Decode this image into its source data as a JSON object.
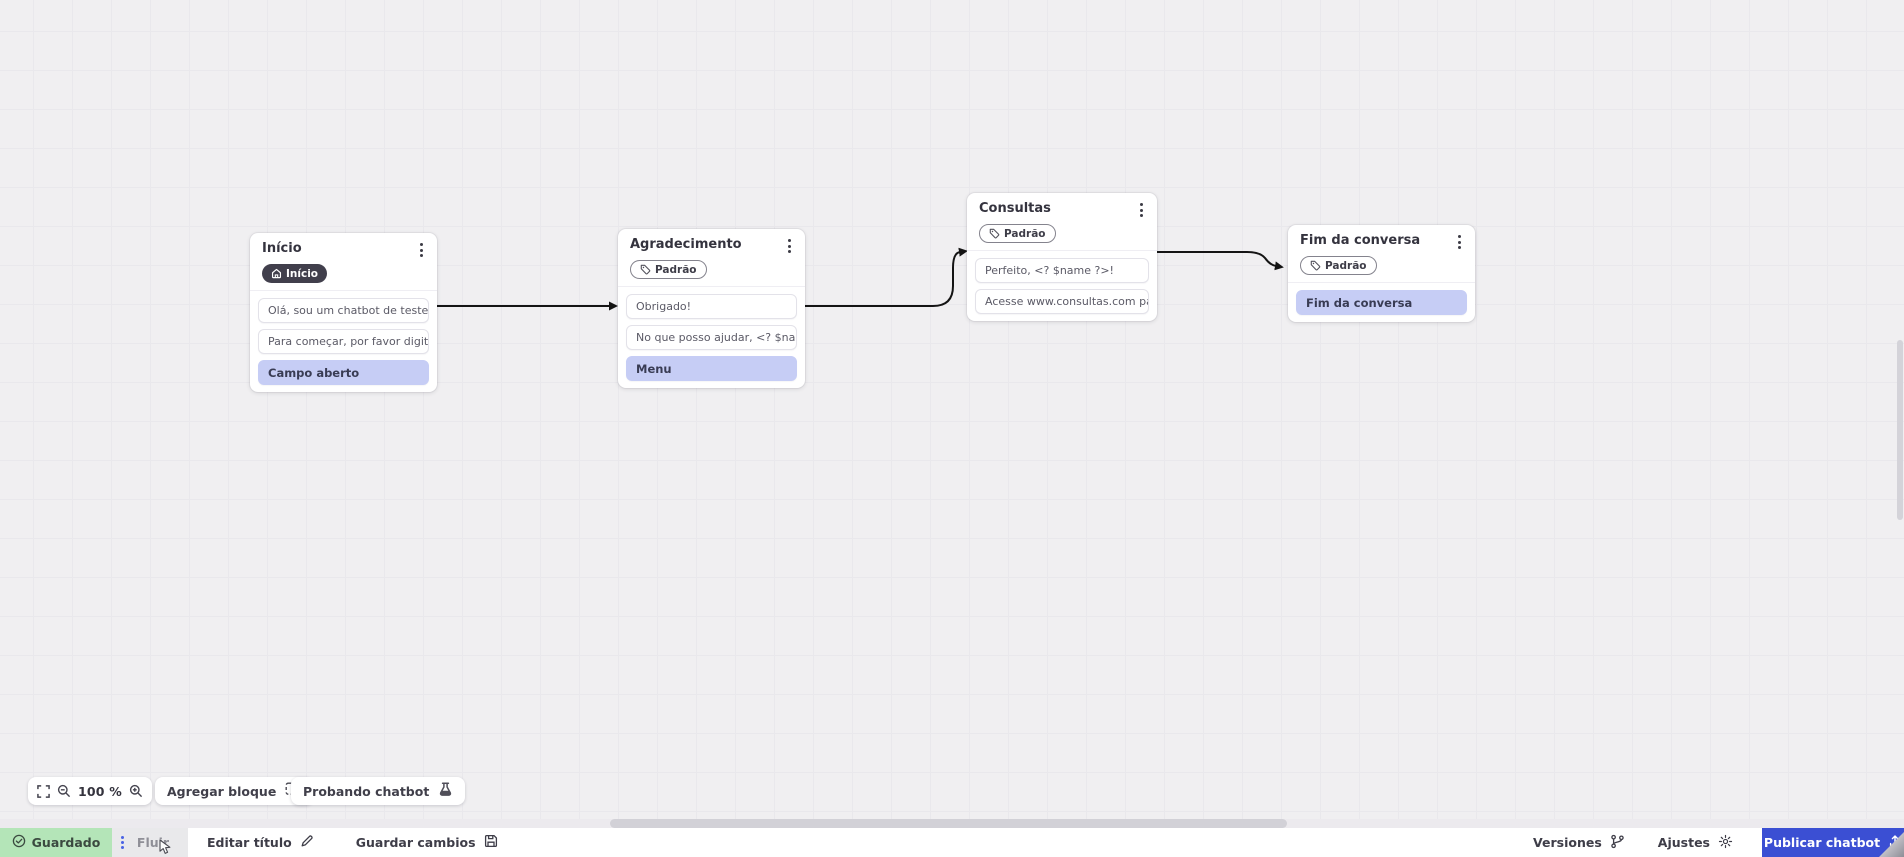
{
  "canvas": {
    "zoom_level": "100 %",
    "nodes": [
      {
        "title": "Início",
        "badge": {
          "label": "Início",
          "icon": "home-icon",
          "style": "dark"
        },
        "rows": [
          {
            "text": "Olá, sou um chatbot de teste!",
            "type": "message"
          },
          {
            "text": "Para começar, por favor digite o ...",
            "type": "message"
          },
          {
            "text": "Campo aberto",
            "type": "action"
          }
        ]
      },
      {
        "title": "Agradecimento",
        "badge": {
          "label": "Padrão",
          "icon": "tag-icon",
          "style": "outline"
        },
        "rows": [
          {
            "text": "Obrigado!",
            "type": "message"
          },
          {
            "text": "No que posso ajudar, <? $name ...",
            "type": "message"
          },
          {
            "text": "Menu",
            "type": "action"
          }
        ]
      },
      {
        "title": "Consultas",
        "badge": {
          "label": "Padrão",
          "icon": "tag-icon",
          "style": "outline"
        },
        "rows": [
          {
            "text": "Perfeito, <? $name ?>!",
            "type": "message"
          },
          {
            "text": "Acesse www.consultas.com par...",
            "type": "message"
          }
        ]
      },
      {
        "title": "Fim da conversa",
        "badge": {
          "label": "Padrão",
          "icon": "tag-icon",
          "style": "outline"
        },
        "rows": [
          {
            "text": "Fim da conversa",
            "type": "action"
          }
        ]
      }
    ],
    "connections": [
      {
        "from": "Início",
        "to": "Agradecimento"
      },
      {
        "from": "Agradecimento",
        "to": "Consultas"
      },
      {
        "from": "Consultas",
        "to": "Fim da conversa"
      }
    ]
  },
  "toolbar": {
    "zoom_value": "100 %",
    "add_block_label": "Agregar bloque",
    "test_chatbot_label": "Probando chatbot"
  },
  "statusbar": {
    "saved_label": "Guardado",
    "flow_tab_label": "Fluir",
    "edit_title_label": "Editar título",
    "save_changes_label": "Guardar cambios",
    "versions_label": "Versiones",
    "settings_label": "Ajustes",
    "publish_label": "Publicar chatbot"
  },
  "colors": {
    "canvas_bg": "#f0eff1",
    "grid_line": "#e9e8ec",
    "node_bg": "#ffffff",
    "highlight_row_bg": "#c6cdf5",
    "dark_badge_bg": "#413f4c",
    "arrow": "#141414",
    "saved_green_bg": "#b4e5b8",
    "saved_green_text": "#3b4a40",
    "accent_blue": "#3b4fd3",
    "drag_dots_blue": "#4a63e4"
  }
}
